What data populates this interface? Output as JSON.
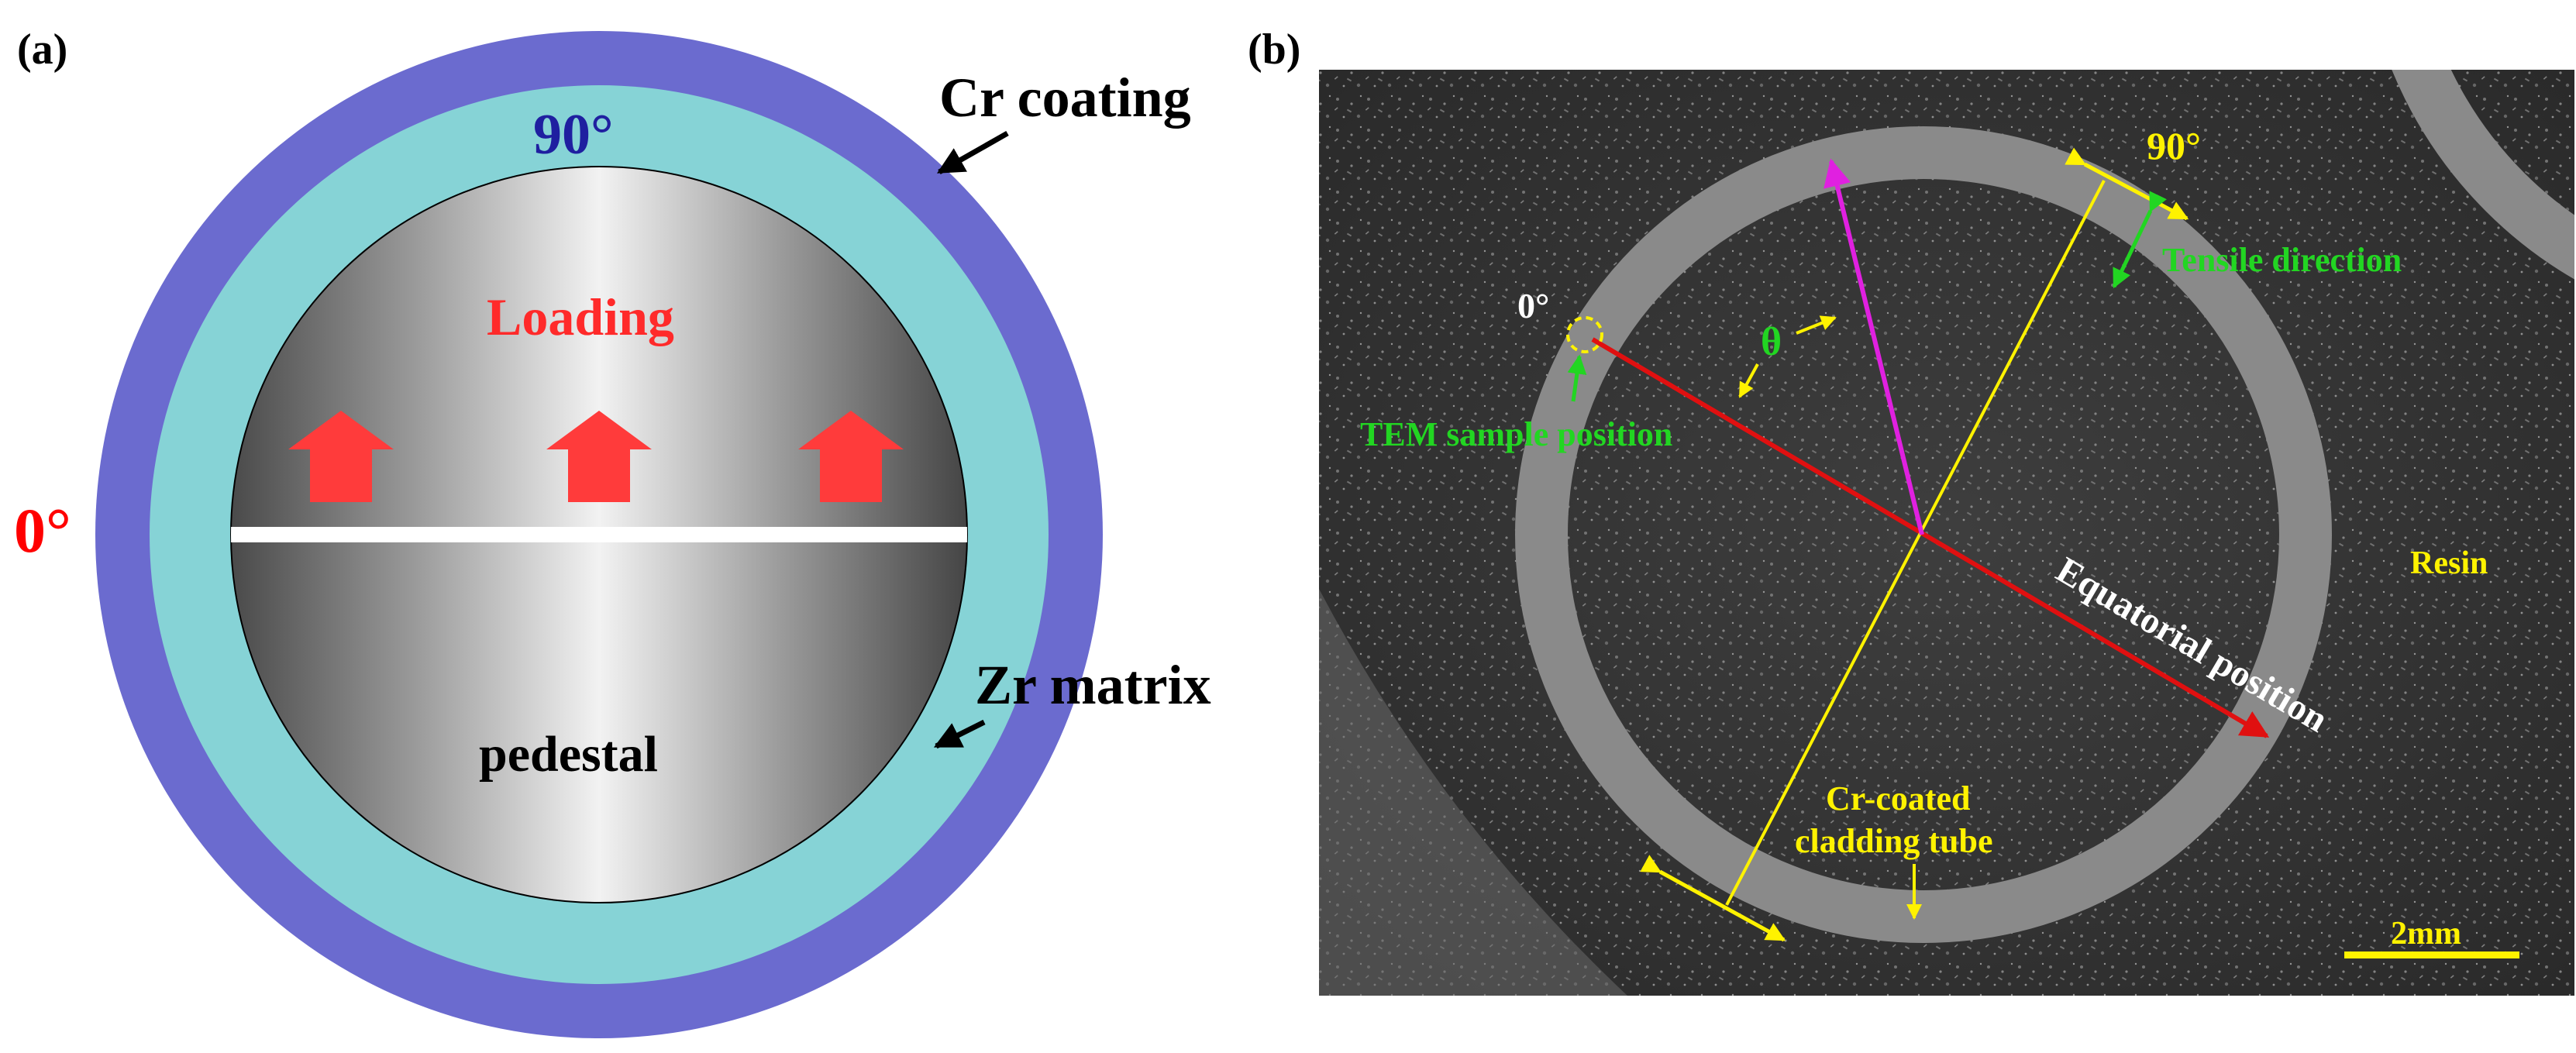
{
  "panel_a": {
    "label": "(a)",
    "cr_coating": "Cr coating",
    "angle_90": "90°",
    "angle_0": "0°",
    "loading": "Loading",
    "zr_matrix": "Zr matrix",
    "pedestal": "pedestal",
    "colors": {
      "cr_layer": "#6B6BCF",
      "zr_layer": "#86D3D6",
      "label_blue": "#1F1FA0",
      "label_red": "#FF0000",
      "arrow_red": "#FF3B3B"
    }
  },
  "panel_b": {
    "label": "(b)",
    "angle_90": "90°",
    "tensile_direction": "Tensile direction",
    "angle_0": "0°",
    "theta": "θ",
    "tem_sample_position": "TEM sample position",
    "resin": "Resin",
    "equatorial_position": "Equatorial position",
    "cr_coated_line1": "Cr-coated",
    "cr_coated_line2": "cladding tube",
    "scale_bar": "2mm",
    "colors": {
      "yellow": "#FFF200",
      "green": "#22D622",
      "red": "#E01010",
      "magenta": "#E020E0",
      "ring": "#8A8A8A",
      "background": "#3A3A3A"
    }
  }
}
